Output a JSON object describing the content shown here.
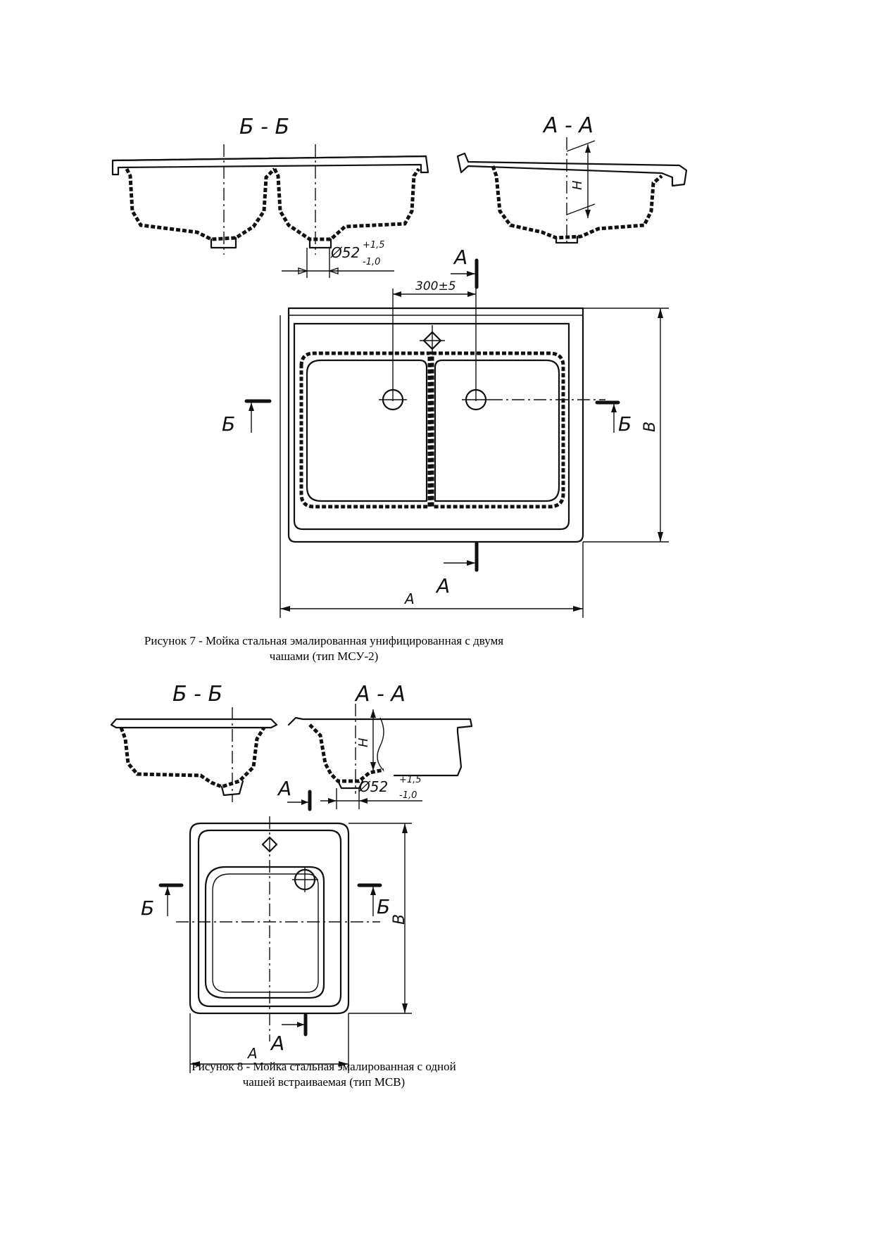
{
  "figure7": {
    "section_bb_label": "Б - Б",
    "section_aa_label": "А - А",
    "dim_h": "H",
    "dim_diameter": "Ø52",
    "dim_diameter_upper": "+1,5",
    "dim_diameter_lower": "-1,0",
    "dim_spacing": "300±5",
    "cut_a": "А",
    "cut_b": "Б",
    "dim_a": "А",
    "dim_b": "В",
    "caption_line1": "Рисунок 7 - Мойка стальная эмалированная унифицированная с двумя",
    "caption_line2": "чашами (тип МСУ-2)"
  },
  "figure8": {
    "section_bb_label": "Б - Б",
    "section_aa_label": "А - А",
    "dim_h": "H",
    "dim_diameter": "Ø52",
    "dim_diameter_upper": "+1,5",
    "dim_diameter_lower": "-1,0",
    "cut_a": "А",
    "cut_b": "Б",
    "dim_a": "А",
    "dim_b": "В",
    "caption_line1": "Рисунок  8 - Мойка стальная эмалированная с одной",
    "caption_line2": "чашей встраиваемая (тип МСВ)"
  }
}
